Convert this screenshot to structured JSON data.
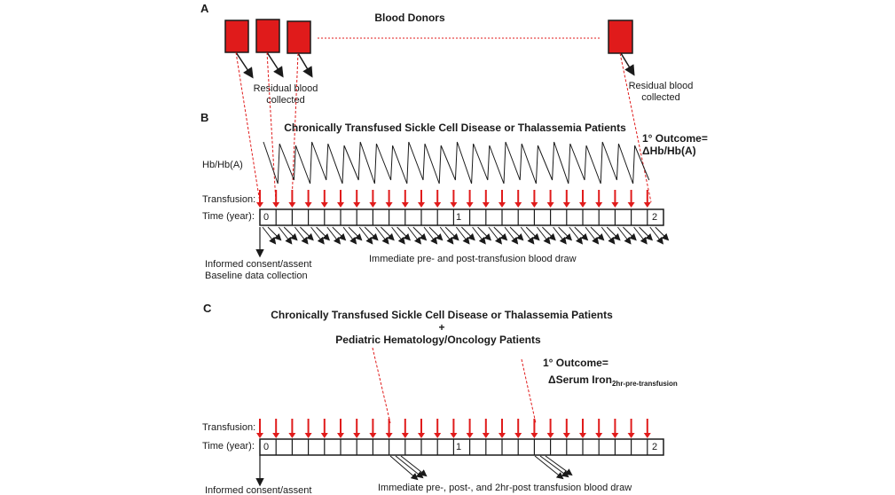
{
  "panel_a": {
    "letter": "A",
    "title": "Blood Donors",
    "residual_label_1": "Residual blood",
    "residual_label_2": "collected",
    "residual_right_1": "Residual blood",
    "residual_right_2": "collected",
    "donor_color": "#e01b1b"
  },
  "panel_b": {
    "letter": "B",
    "title": "Chronically Transfused Sickle Cell Disease or Thalassemia Patients",
    "outcome_1": "1° Outcome=",
    "outcome_2": "ΔHb/Hb(A)",
    "hb_label": "Hb/Hb(A)",
    "transfusion_label": "Transfusion:",
    "time_label": "Time (year):",
    "tick_0": "0",
    "tick_1": "1",
    "tick_2": "2",
    "consent_1": "Informed consent/assent",
    "consent_2": "Baseline data collection",
    "blood_draw": "Immediate pre- and post-transfusion blood draw"
  },
  "panel_c": {
    "letter": "C",
    "title_1": "Chronically Transfused Sickle Cell Disease or Thalassemia Patients",
    "plus": "+",
    "title_2": "Pediatric Hematology/Oncology Patients",
    "outcome_1": "1° Outcome=",
    "outcome_2": "ΔSerum Iron",
    "outcome_sub": "2hr-pre-transfusion",
    "transfusion_label": "Transfusion:",
    "time_label": "Time (year):",
    "tick_0": "0",
    "tick_1": "1",
    "tick_2": "2",
    "consent_1": "Informed consent/assent",
    "blood_draw": "Immediate pre-, post-, and 2hr-post transfusion blood draw"
  },
  "colors": {
    "arrow_red": "#e01b1b",
    "ink": "#1a1a1a"
  }
}
